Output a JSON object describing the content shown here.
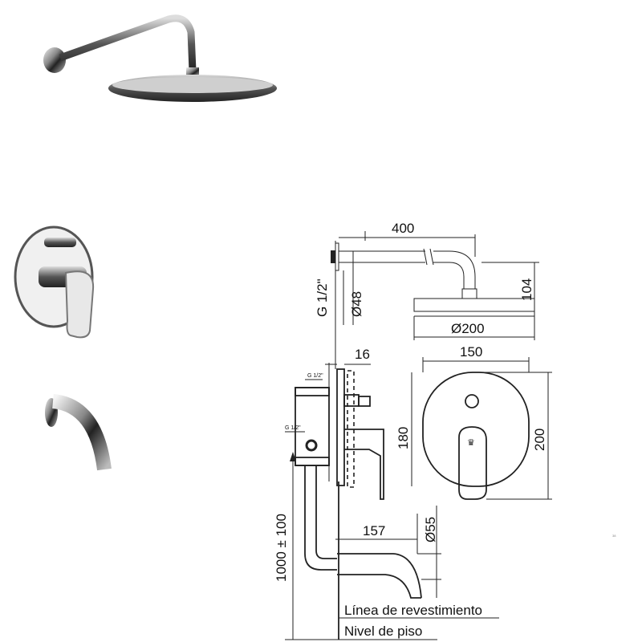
{
  "dimensions": {
    "arm_length": "400",
    "inlet_thread": "G 1/2\"",
    "arm_diameter": "Ø48",
    "head_drop": "104",
    "head_diameter": "Ø200",
    "plate_depth": "16",
    "plate_width": "150",
    "plate_inner_height": "180",
    "plate_height": "200",
    "box_thread_top": "G 1/2\"",
    "box_thread_side": "G 1/2\"",
    "mount_height": "1000 ± 100",
    "spout_length": "157",
    "spout_diameter": "Ø55"
  },
  "labels": {
    "finish_line": "Línea de revestimiento",
    "floor_level": "Nivel de piso",
    "page_mark": "38"
  },
  "colors": {
    "line": "#222222",
    "chrome_dark": "#2a2a2a",
    "chrome_light": "#e8e8e8"
  }
}
